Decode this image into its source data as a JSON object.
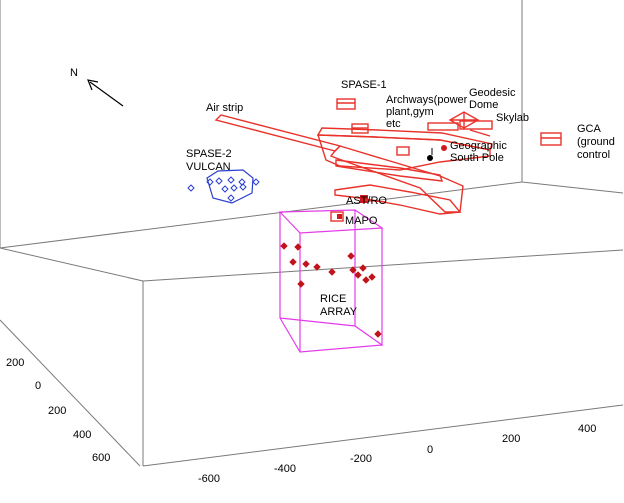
{
  "figure": {
    "north_label": "N",
    "labels": {
      "spase1": "SPASE-1",
      "archways": [
        "Archways(power",
        "plant,gym",
        "etc"
      ],
      "geodesic": [
        "Geodesic",
        "Dome"
      ],
      "skylab": "Skylab",
      "airstrip": "Air strip",
      "spase2": [
        "SPASE-2",
        "VULCAN"
      ],
      "pole": [
        "Geographic",
        "South Pole"
      ],
      "gca": [
        "GCA",
        "(ground",
        "control"
      ],
      "astro": "AST/RO",
      "mapo": "MAPO",
      "rice": [
        "RICE",
        "ARRAY"
      ]
    },
    "axis_ticks_left": [
      "200",
      "0",
      "200",
      "400",
      "600"
    ],
    "axis_ticks_bottom": [
      "-600",
      "-400",
      "-200",
      "0",
      "200",
      "400"
    ],
    "colors": {
      "buildings": "#e8322a",
      "spase2": "#2b3fd1",
      "rice_box": "#e23ce8",
      "rice_points": "#c0141a",
      "box_lines": "#7a7a7a"
    }
  }
}
